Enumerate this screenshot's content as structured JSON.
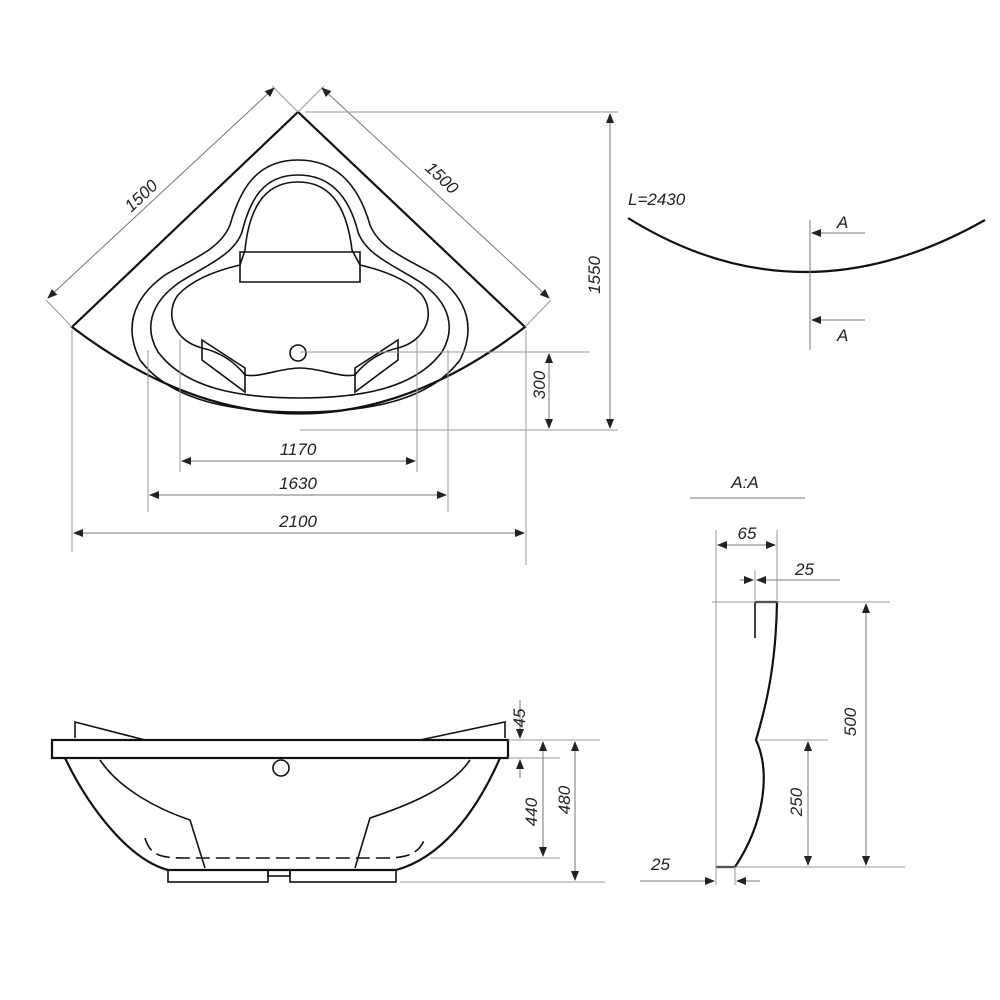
{
  "plan": {
    "side_left": "1500",
    "side_right": "1500",
    "height": "1550",
    "depth_offset": "300",
    "inner_width": "1170",
    "mid_width": "1630",
    "overall_width": "2100"
  },
  "arc": {
    "length_label": "L=2430",
    "section_mark_top": "A",
    "section_mark_bottom": "A"
  },
  "section": {
    "title": "A:A",
    "top_width": "65",
    "lip_width": "25",
    "height_total": "500",
    "height_lower": "250",
    "base_width": "25"
  },
  "elevation": {
    "rim_thickness": "45",
    "depth_inner": "440",
    "height_total": "480"
  }
}
